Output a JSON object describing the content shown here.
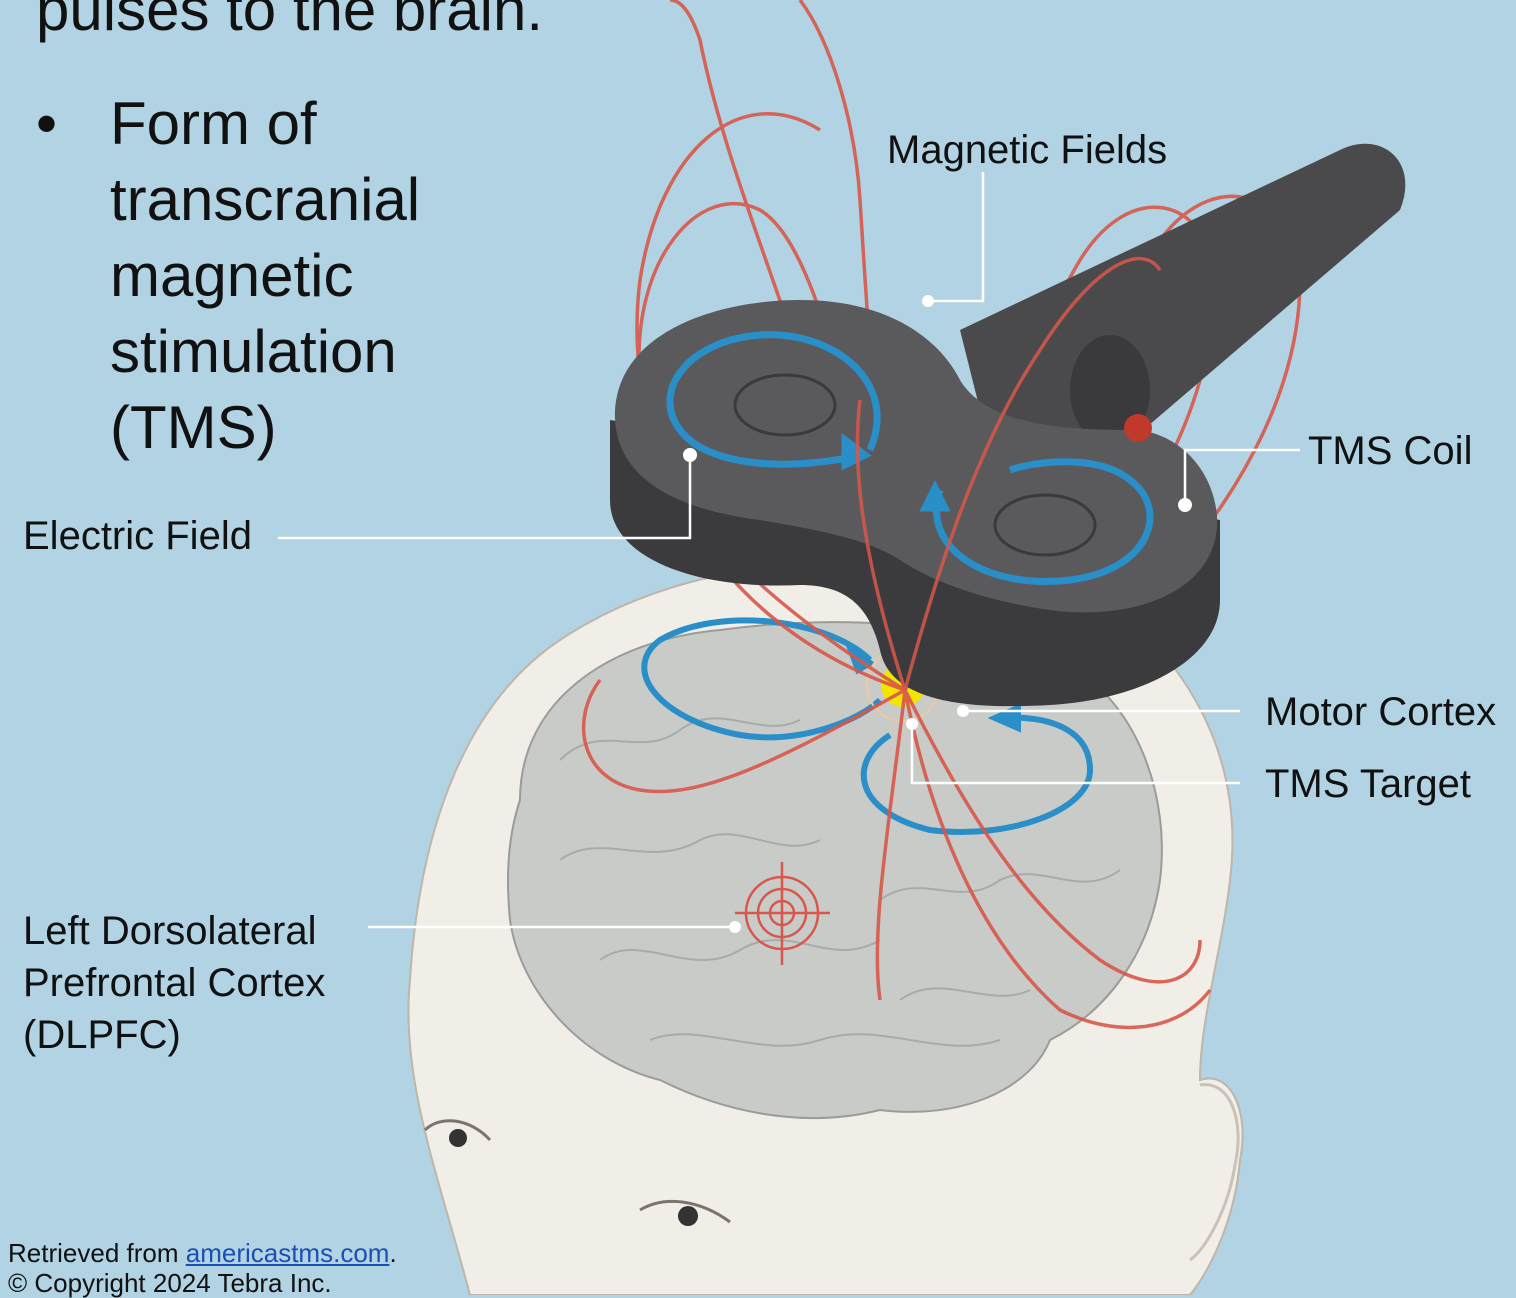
{
  "slide": {
    "top_line": "pulses to the brain.",
    "bullet_glyph": "•",
    "bullet_lines": [
      "Form of",
      "transcranial",
      "magnetic",
      "stimulation",
      "(TMS)"
    ]
  },
  "labels": {
    "magnetic_fields": "Magnetic Fields",
    "tms_coil": "TMS Coil",
    "electric_field": "Electric Field",
    "motor_cortex": "Motor Cortex",
    "tms_target": "TMS Target",
    "dlpfc_line1": "Left Dorsolateral",
    "dlpfc_line2": "Prefrontal Cortex",
    "dlpfc_line3": "(DLPFC)"
  },
  "credit": {
    "prefix": "Retrieved from ",
    "link_text": "americastms.com",
    "suffix": ".",
    "copyright": "© Copyright 2024 Tebra Inc."
  },
  "colors": {
    "background": "#b2d3e3",
    "field_lines": "#d8574a",
    "current_loops": "#2a8fc8",
    "coil": "#4a4a4c",
    "brain": "#c9cbc9",
    "head": "#f1eee8",
    "target_spot": "#f2e600"
  }
}
